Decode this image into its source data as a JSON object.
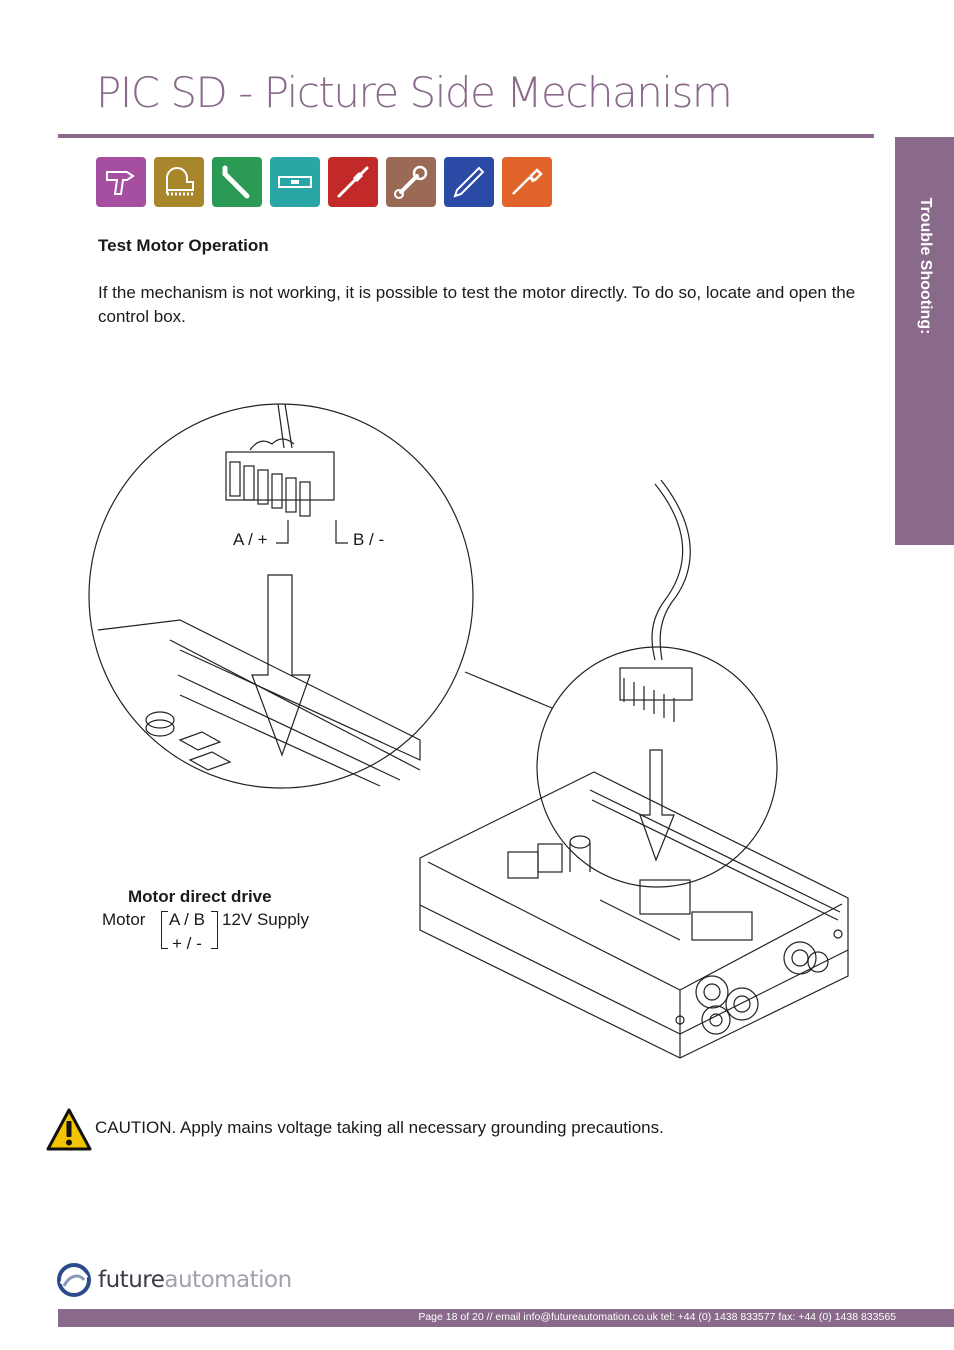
{
  "page": {
    "title": "PIC SD - Picture Side Mechanism",
    "side_tab": "Trouble Shooting:",
    "accent_color": "#8a6a8a"
  },
  "tools": [
    {
      "icon": "drill-icon",
      "color": "#a64ea0"
    },
    {
      "icon": "tape-measure-icon",
      "color": "#a8862b"
    },
    {
      "icon": "allen-key-icon",
      "color": "#2a9a55"
    },
    {
      "icon": "spirit-level-icon",
      "color": "#2ba6a6"
    },
    {
      "icon": "screwdriver-icon",
      "color": "#c22a2a"
    },
    {
      "icon": "spanner-icon",
      "color": "#9a6a55"
    },
    {
      "icon": "pencil-icon",
      "color": "#2a4aa6"
    },
    {
      "icon": "stanley-knife-icon",
      "color": "#e0642a"
    }
  ],
  "section": {
    "heading": "Test Motor Operation",
    "body": "If the mechanism is not working, it is possible to test the motor directly. To do so, locate and open the control box."
  },
  "diagram": {
    "label_a": "A / +",
    "label_b": "B / -"
  },
  "motor_drive": {
    "title": "Motor direct drive",
    "motor": "Motor",
    "ab": "A / B",
    "supply": "12V Supply",
    "pm": "+ / -"
  },
  "caution": "CAUTION. Apply mains voltage taking all necessary grounding precautions.",
  "footer": {
    "logo_part1": "future",
    "logo_part2": "automation",
    "text": "Page 18 of 20 // email info@futureautomation.co.uk  tel: +44 (0) 1438 833577  fax: +44 (0) 1438 833565"
  }
}
